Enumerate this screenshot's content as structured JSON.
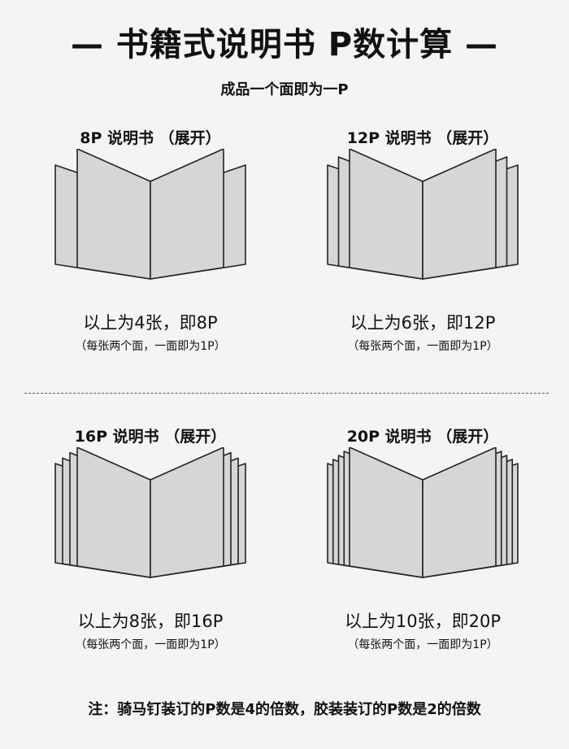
{
  "title": "— 书籍式说明书  P数计算 —",
  "subtitle": "成品一个面即为一P",
  "panels": [
    {
      "title": "8P  说明书  （展开）",
      "count": "以上为4张，即8P",
      "note": "（每张两个面，一面即为1P）",
      "sheets": 4
    },
    {
      "title": "12P  说明书  （展开）",
      "count": "以上为6张，即12P",
      "note": "（每张两个面，一面即为1P）",
      "sheets": 6
    },
    {
      "title": "16P  说明书  （展开）",
      "count": "以上为8张，即16P",
      "note": "（每张两个面，一面即为1P）",
      "sheets": 8
    },
    {
      "title": "20P  说明书  （展开）",
      "count": "以上为10张，即20P",
      "note": "（每张两个面，一面即为1P）",
      "sheets": 10
    }
  ],
  "footer": "注：骑马钉装订的P数是4的倍数，胶装装订的P数是2的倍数",
  "colors": {
    "page_fill": "#d6d6d6",
    "page_stroke": "#222222",
    "background": "#f4f4f4"
  }
}
